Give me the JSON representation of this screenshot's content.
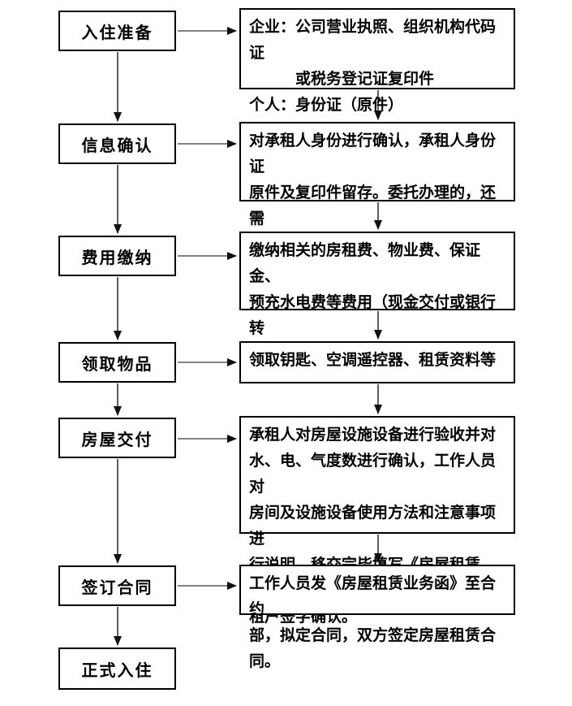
{
  "flow": {
    "rows": [
      {
        "step": "入住准备",
        "detail": "企业：公司营业执照、组织机构代码证\n　　　或税务登记证复印件\n个人：身份证（原件）"
      },
      {
        "step": "信息确认",
        "detail": "对承租人身份进行确认，承租人身份证\n原件及复印件留存。委托办理的，还需\n提供代办人身份证原件及相关证明。"
      },
      {
        "step": "费用缴纳",
        "detail": "缴纳相关的房租费、物业费、保证金、\n预充水电费等费用（现金交付或银行转\n帐）"
      },
      {
        "step": "领取物品",
        "detail": "领取钥匙、空调遥控器、租赁资料等"
      },
      {
        "step": "房屋交付",
        "detail": "承租人对房屋设施设备进行验收并对\n水、电、气度数进行确认，工作人员对\n房间及设施设备使用方法和注意事项进\n行说明。移交完毕填写《房屋租赁单》\n租户签字确认。"
      },
      {
        "step": "签订合同",
        "detail": "工作人员发《房屋租赁业务函》至合约\n部，拟定合同，双方签定房屋租赁合同。"
      }
    ],
    "final_step": "正式入住",
    "colors": {
      "box_border": "#000000",
      "text": "#000000",
      "arrow_shaft_horizontal": "#595959",
      "arrow_shaft_vertical": "#1a1a1a",
      "arrow_head": "#111111",
      "background": "#ffffff"
    }
  }
}
